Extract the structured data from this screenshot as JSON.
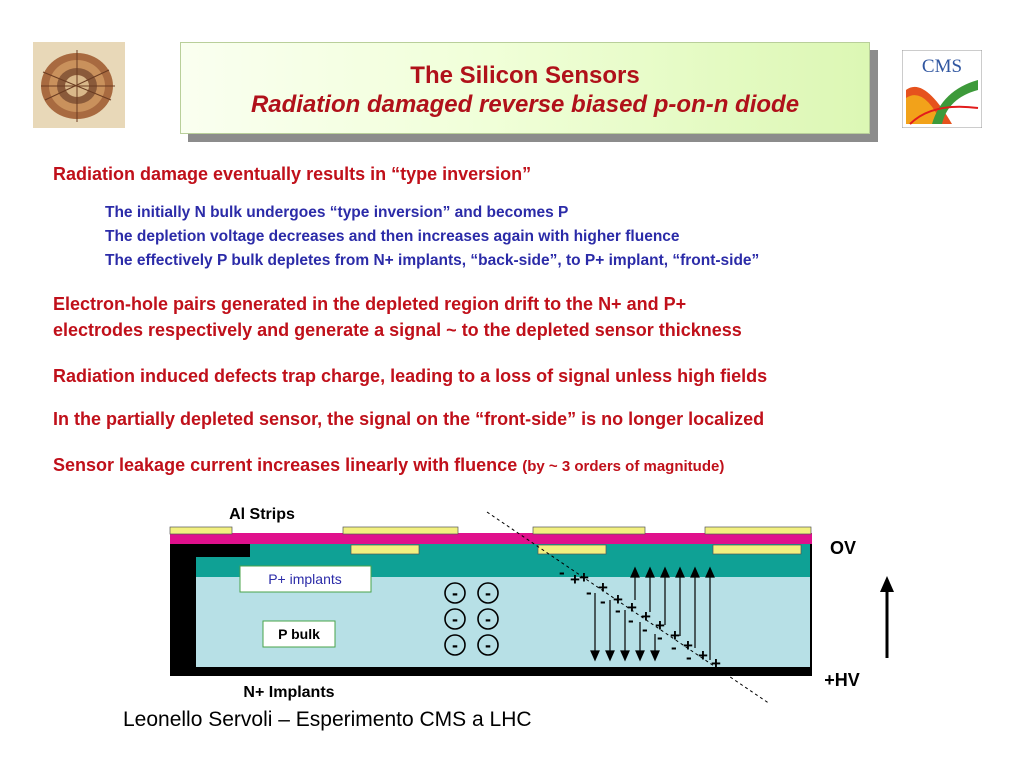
{
  "title": {
    "line1": "The Silicon Sensors",
    "line2": "Radiation damaged reverse biased p-on-n diode"
  },
  "logos": {
    "left": "detector-image",
    "right": "CMS"
  },
  "bullets": {
    "b1": "Radiation damage eventually results in “type inversion”",
    "b1_sub": [
      "The initially N bulk undergoes “type inversion” and becomes P",
      "The depletion voltage decreases and then increases again with higher fluence",
      "The effectively P bulk depletes from N+ implants, “back-side”, to P+ implant, “front-side”"
    ],
    "b2_line1": "Electron-hole pairs generated in the depleted region drift to the N+ and P+",
    "b2_line2": "electrodes respectively and generate a signal ~ to the depleted sensor thickness",
    "b3": "Radiation induced defects trap charge, leading to a loss of signal unless high fields",
    "b4": "In the partially depleted sensor, the signal on the “front-side” is no longer localized",
    "b5_main": "Sensor leakage current increases linearly with fluence",
    "b5_small": "(by ~ 3 orders of magnitude)"
  },
  "diagram": {
    "al_strips": "Al Strips",
    "ov": "OV",
    "p_implants": "P+ implants",
    "p_bulk": "P bulk",
    "n_implants": "N+ Implants",
    "hv": "+HV",
    "minus": "-",
    "plus": "+",
    "colors": {
      "al_strip": "#f2f080",
      "oxide": "#e0108c",
      "p_implant": "#0fa195",
      "bulk": "#b7e0e6",
      "metal": "#000000"
    }
  },
  "footer": "Leonello Servoli – Esperimento CMS a LHC"
}
